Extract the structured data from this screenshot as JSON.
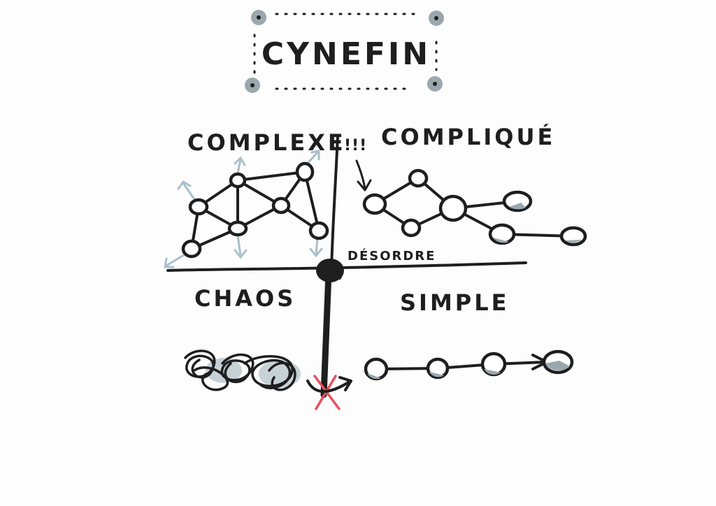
{
  "title": "CYNEFIN",
  "quadrants": {
    "complex": "COMPLEXE",
    "complicated": "COMPLIQUÉ",
    "chaos": "CHAOS",
    "simple": "SIMPLE",
    "center": "DÉSORDRE"
  },
  "complicated_marker": "!!!",
  "colors": {
    "ink": "#1e1e1e",
    "accent_grey": "#9aa8ae",
    "arrow_blue": "#a9bfca",
    "cross_red": "#e8505b"
  }
}
